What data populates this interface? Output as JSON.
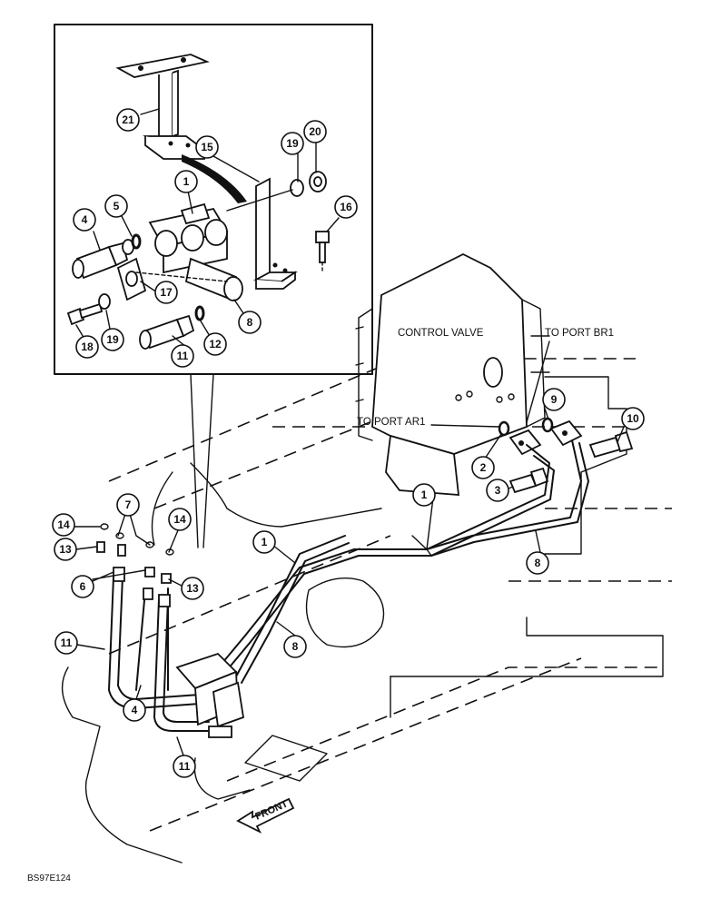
{
  "labels": {
    "control_valve": "CONTROL VALVE",
    "to_port_br1": "TO PORT BR1",
    "to_port_ar1": "TO PORT AR1",
    "front": "FRONT",
    "figure_code": "BS97E124"
  },
  "callouts": {
    "c1_inset": "1",
    "c4_inset": "4",
    "c5": "5",
    "c8_inset": "8",
    "c11_inset": "11",
    "c12": "12",
    "c15": "15",
    "c16": "16",
    "c17": "17",
    "c18": "18",
    "c19_inset_a": "19",
    "c19_inset_b": "19",
    "c20": "20",
    "c21": "21",
    "c1_main_a": "1",
    "c1_main_b": "1",
    "c2": "2",
    "c3": "3",
    "c4_main": "4",
    "c6": "6",
    "c7": "7",
    "c8_main_a": "8",
    "c8_main_b": "8",
    "c9": "9",
    "c10": "10",
    "c11_main_a": "11",
    "c11_main_b": "11",
    "c13_a": "13",
    "c13_b": "13",
    "c14_a": "14",
    "c14_b": "14"
  }
}
